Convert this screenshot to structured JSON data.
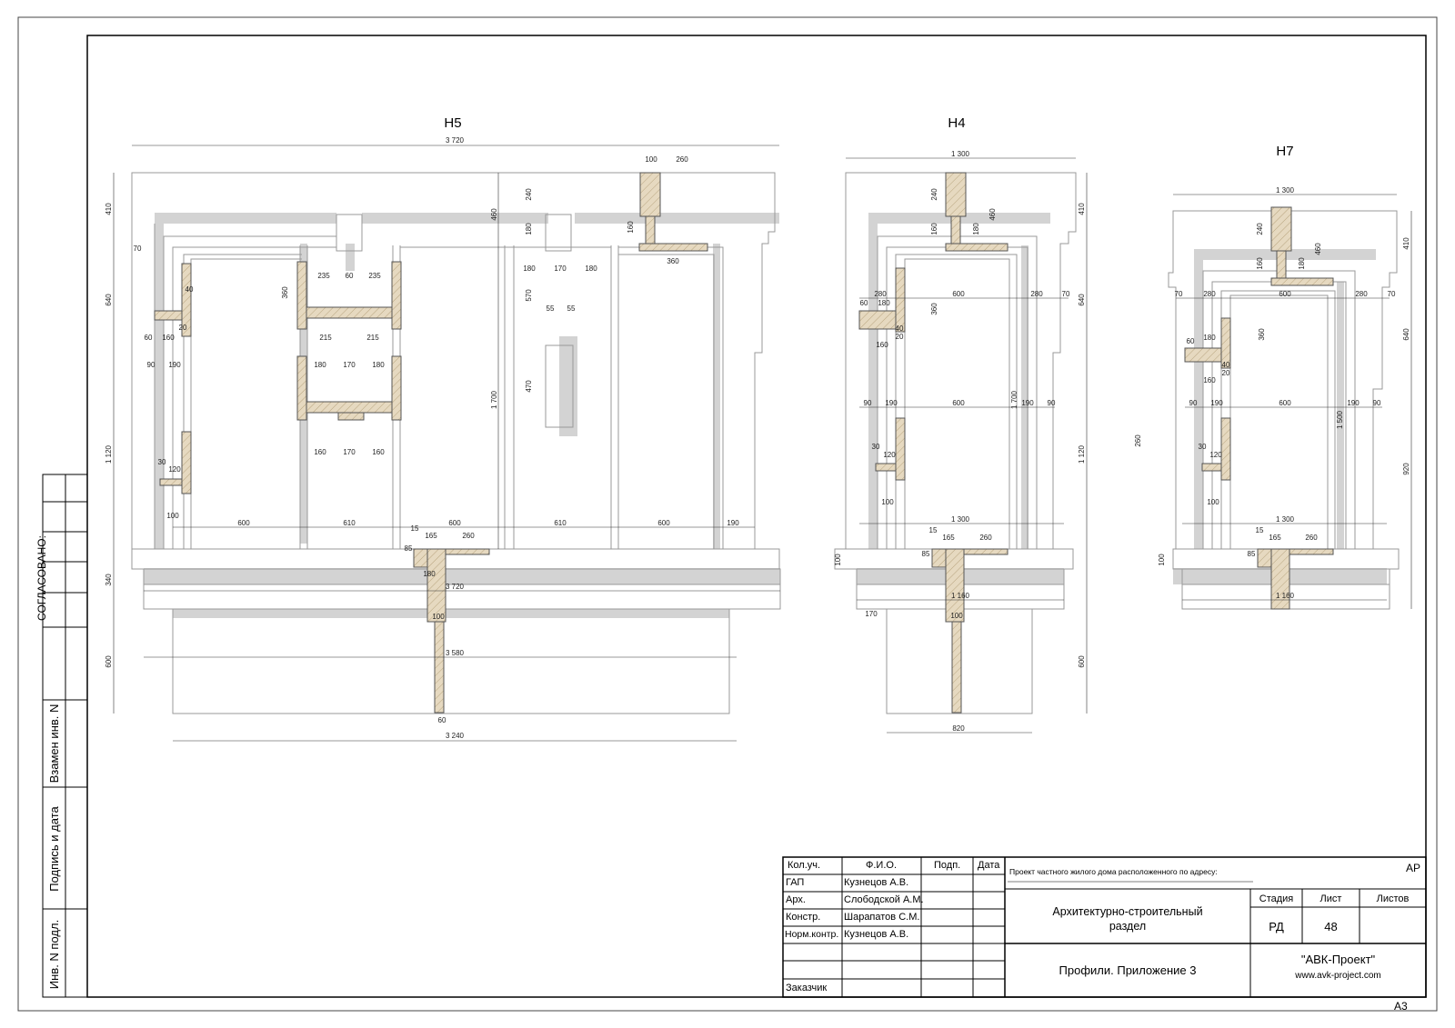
{
  "sheet": {
    "format": "А3",
    "side_stamp": {
      "agreed": "СОГЛАСОВАНО:",
      "replace_inv": "Взамен инв. N",
      "sign_date": "Подпись и дата",
      "inv_orig": "Инв. N подл."
    }
  },
  "drawings": {
    "h5": {
      "title": "Н5",
      "dims": {
        "overall_top": "3 720",
        "overall_bottom": "3 240",
        "mid_width": "3 720",
        "base_width": "3 580",
        "t100": "100",
        "t260": "260",
        "v410": "410",
        "v640": "640",
        "v1120": "1 120",
        "v340": "340",
        "v600": "600",
        "v240": "240",
        "v460": "460",
        "v180": "180",
        "v160": "160",
        "v1700": "1 700",
        "v570": "570",
        "v470": "470",
        "v360": "360",
        "h600a": "600",
        "h610a": "610",
        "h600b": "600",
        "h610b": "610",
        "h600c": "600",
        "h190": "190",
        "h165": "165",
        "h260b": "260",
        "h235a": "235",
        "h60a": "60",
        "h235b": "235",
        "h215a": "215",
        "h215b": "215",
        "h180a": "180",
        "h170a": "170",
        "h180b": "180",
        "h160a": "160",
        "h170b": "170",
        "h160b": "160",
        "h180c": "180",
        "h170c": "170",
        "h180d": "180",
        "h55a": "55",
        "h55b": "55",
        "h360": "360",
        "h90": "90",
        "h190b": "190",
        "h60b": "60",
        "h160c": "160",
        "h30": "30",
        "h120": "120",
        "h100": "100",
        "h70": "70",
        "h15": "15",
        "h40": "40",
        "h20": "20",
        "h85": "85",
        "h180e": "180",
        "h100b": "100",
        "h60c": "60"
      }
    },
    "h4": {
      "title": "Н4",
      "dims": {
        "overall_top": "1 300",
        "mid_width": "1 300",
        "base1": "1 160",
        "base2": "820",
        "v240": "240",
        "v460": "460",
        "v180": "180",
        "v160": "160",
        "v410": "410",
        "v640": "640",
        "v1120": "1 120",
        "v1700": "1 700",
        "v600": "600",
        "v100": "100",
        "v360": "360",
        "h280a": "280",
        "h600": "600",
        "h280b": "280",
        "h70": "70",
        "h90a": "90",
        "h190a": "190",
        "h600b": "600",
        "h190b": "190",
        "h90b": "90",
        "h165": "165",
        "h260": "260",
        "h15": "15",
        "h170": "170",
        "h60": "60",
        "h180": "180",
        "h160": "160",
        "h120": "120",
        "h100": "100",
        "h30": "30",
        "h40": "40",
        "h20": "20",
        "h85": "85",
        "h100b": "100"
      }
    },
    "h7": {
      "title": "Н7",
      "dims": {
        "overall_top": "1 300",
        "mid_width": "1 300",
        "base1": "1 160",
        "v240": "240",
        "v460": "460",
        "v180": "180",
        "v160": "160",
        "v410": "410",
        "v640": "640",
        "v920": "920",
        "v1500": "1 500",
        "v100": "100",
        "v360": "360",
        "v260": "260",
        "h70a": "70",
        "h280a": "280",
        "h600": "600",
        "h280b": "280",
        "h70b": "70",
        "h90a": "90",
        "h190a": "190",
        "h600b": "600",
        "h190b": "190",
        "h90b": "90",
        "h165": "165",
        "h260": "260",
        "h15": "15",
        "h60": "60",
        "h180": "180",
        "h160": "160",
        "h120": "120",
        "h100": "100",
        "h30": "30",
        "h40": "40",
        "h20": "20",
        "h85": "85"
      }
    }
  },
  "title_block": {
    "headers": {
      "qty": "Кол.уч.",
      "name": "Ф.И.О.",
      "sign": "Подп.",
      "date": "Дата"
    },
    "rows": [
      {
        "role": "ГАП",
        "name": "Кузнецов А.В."
      },
      {
        "role": "Арх.",
        "name": "Слободской А.М."
      },
      {
        "role": "Констр.",
        "name": "Шарапатов С.М."
      },
      {
        "role": "Норм.контр.",
        "name": "Кузнецов А.В."
      },
      {
        "role": "",
        "name": ""
      },
      {
        "role": "Заказчик",
        "name": ""
      }
    ],
    "project_line": "Проект частного жилого дома расположенного по адресу:",
    "code": "АР",
    "section": "Архитектурно-строительный раздел",
    "section_l1": "Архитектурно-строительный",
    "section_l2": "раздел",
    "stage_label": "Стадия",
    "sheet_label": "Лист",
    "sheets_label": "Листов",
    "stage_value": "РД",
    "sheet_value": "48",
    "sheets_value": "",
    "sheet_title": "Профили. Приложение 3",
    "company": "\"АВК-Проект\"",
    "website": "www.avk-project.com"
  }
}
